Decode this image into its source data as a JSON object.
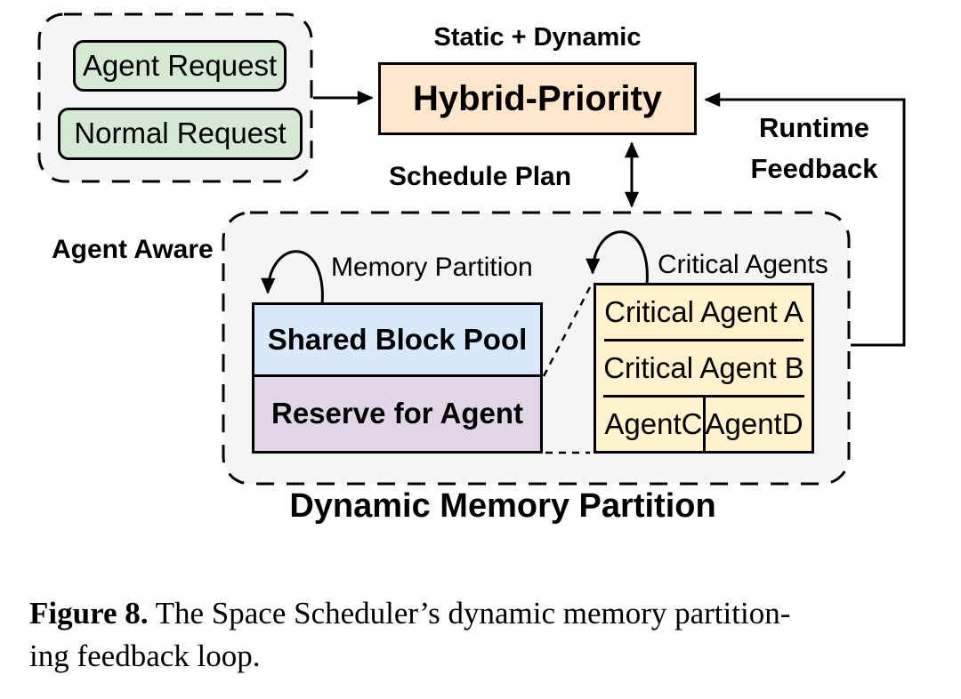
{
  "figure": {
    "requests": {
      "agent": "Agent Request",
      "normal": "Normal Request"
    },
    "scheduler": {
      "above_label": "Static + Dynamic",
      "box_label": "Hybrid-Priority",
      "below_label": "Schedule Plan"
    },
    "feedback": {
      "line1": "Runtime",
      "line2": "Feedback"
    },
    "agent_aware_label": "Agent Aware",
    "partition": {
      "memory_loop_label": "Memory Partition",
      "critical_loop_label": "Critical Agents",
      "shared_pool": "Shared Block Pool",
      "reserve": "Reserve for Agent",
      "agents": [
        "Critical Agent A",
        "Critical Agent B",
        "AgentC",
        "AgentD"
      ],
      "title": "Dynamic Memory Partition"
    },
    "colors": {
      "scheduler_box": "#FFE6CC",
      "request_box": "#D5E8D4",
      "shared_pool_box": "#DAE8FC",
      "reserve_box": "#E1D5E7",
      "agent_cells": "#FFF2CC",
      "group_fill": "#F5F5F5",
      "line": "#000000"
    }
  },
  "caption": {
    "label": "Figure 8.",
    "line1": "The Space Scheduler’s dynamic memory partition-",
    "line2": "ing feedback loop."
  }
}
